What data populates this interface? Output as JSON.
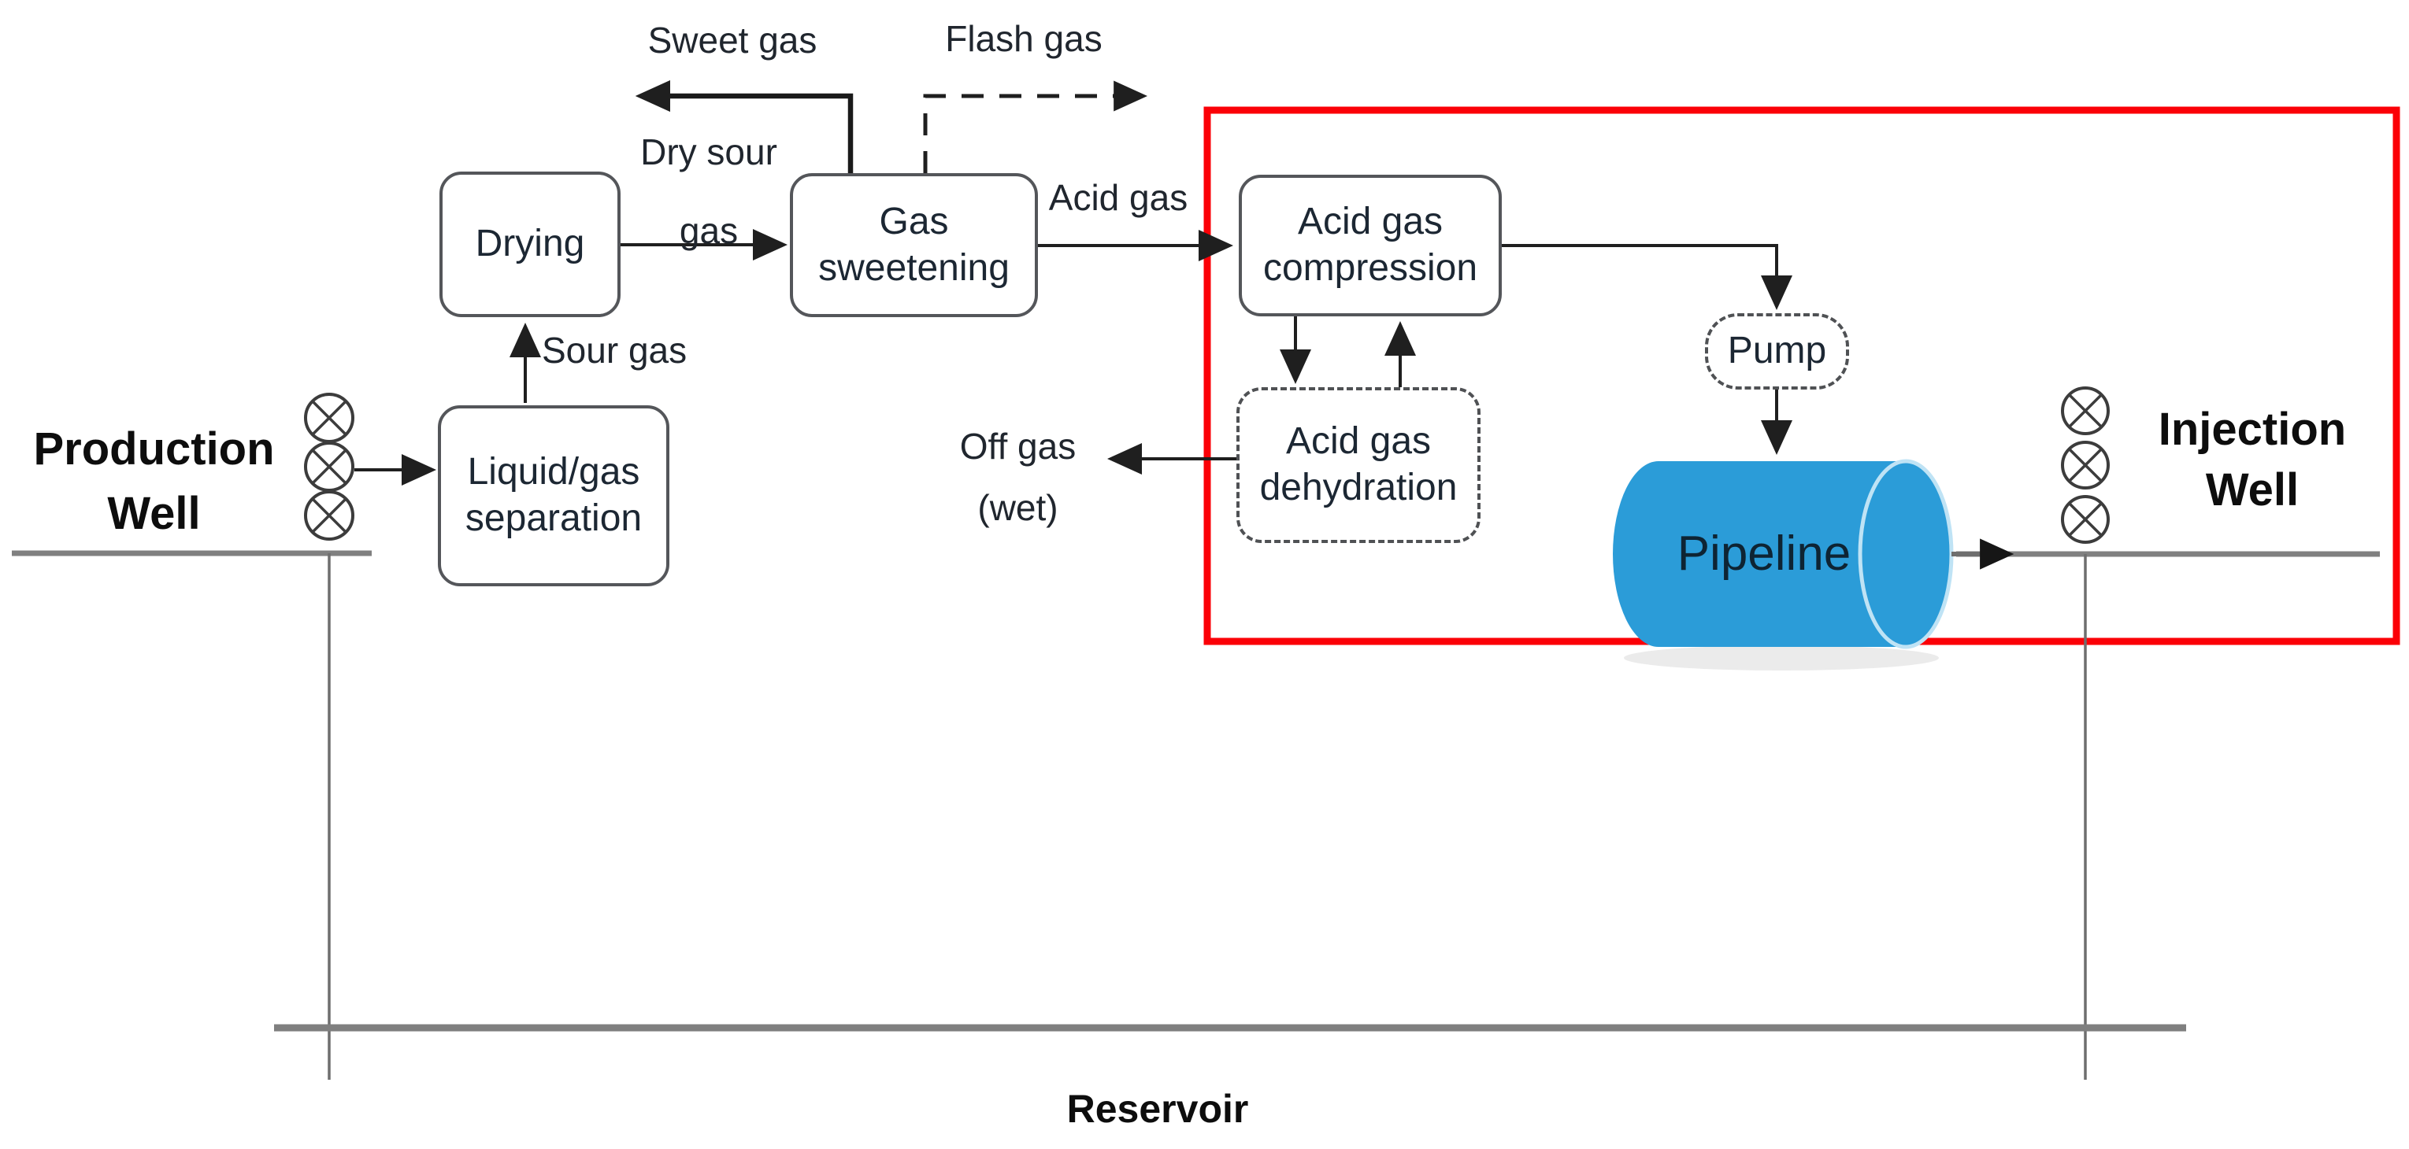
{
  "diagram": {
    "title": "Acid gas injection process flow diagram",
    "nodes": {
      "drying": {
        "label": "Drying",
        "style": "solid"
      },
      "separation": {
        "line1": "Liquid/gas",
        "line2": "separation",
        "style": "solid"
      },
      "sweetening": {
        "line1": "Gas",
        "line2": "sweetening",
        "style": "solid"
      },
      "compression": {
        "line1": "Acid gas",
        "line2": "compression",
        "style": "solid"
      },
      "dehydration": {
        "line1": "Acid gas",
        "line2": "dehydration",
        "style": "dashed"
      },
      "pump": {
        "label": "Pump",
        "style": "dashed"
      },
      "pipeline": {
        "label": "Pipeline"
      }
    },
    "streams": {
      "sweet_gas": "Sweet gas",
      "flash_gas": "Flash gas",
      "dry_sour_line1": "Dry sour",
      "dry_sour_line2": "gas",
      "sour_gas": "Sour gas",
      "acid_gas": "Acid gas",
      "off_gas_line1": "Off gas",
      "off_gas_line2": "(wet)"
    },
    "wells": {
      "production_line1": "Production",
      "production_line2": "Well",
      "injection_line1": "Injection",
      "injection_line2": "Well"
    },
    "reservoir_label": "Reservoir",
    "colors": {
      "highlight_box": "#FB0007",
      "pipeline_fill": "#2B9CD8",
      "pipeline_rim": "#BFE3F5",
      "pipeline_text": "#0E2433",
      "ground_gray": "#808080",
      "arrow_black": "#1F1F1F",
      "box_border": "#54565A"
    }
  }
}
